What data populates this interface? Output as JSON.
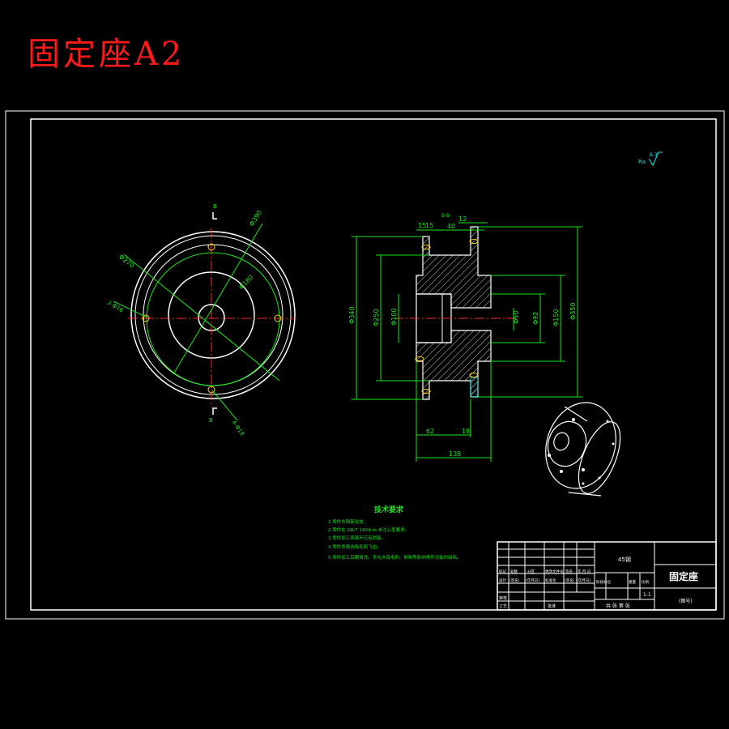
{
  "sheet_title": "固定座A2",
  "roughness": {
    "symbol": "Ra",
    "value": "6.3"
  },
  "front_view": {
    "section_marks": [
      "B",
      "B"
    ],
    "dims": [
      "Φ390",
      "Φ270",
      "Φ180",
      "2-Φ16",
      "4-Φ18"
    ]
  },
  "section_view": {
    "section_label": "B-B",
    "top_dims": [
      "15",
      "15",
      "40",
      "12"
    ],
    "left_dims": [
      "Φ340",
      "Φ250",
      "Φ100"
    ],
    "right_dims": [
      "Φ50",
      "Φ92",
      "Φ150",
      "Φ350"
    ],
    "bottom_dims": [
      "62",
      "18",
      "138"
    ]
  },
  "tech_req": {
    "title": "技术要求",
    "items": [
      "1.零件去除氧化皮。",
      "2.零件在 GB/T 1804-m 未注公差要求。",
      "3.零件加工表面不应有划痕。",
      "4.零件表面去除毛刺飞边。",
      "5.零件加工后要清洗。不允许有毛刺、倒角等影响零件功能的缺陷。"
    ]
  },
  "title_block": {
    "material": "45钢",
    "part_name": "固定座",
    "drawing_no": "(图号)",
    "scale": "1:1",
    "sheet_info": "共 张 第 张",
    "row_labels": [
      "标记",
      "处数",
      "分区",
      "更改文件号",
      "签名",
      "年.月.日"
    ],
    "row2_labels": [
      "设计",
      "(签名)",
      "(年月日)",
      "标准化",
      "(签名)",
      "(年月日)"
    ],
    "extra_labels": [
      "审核",
      "工艺",
      "批准",
      "阶段标记",
      "重量",
      "比例"
    ]
  }
}
